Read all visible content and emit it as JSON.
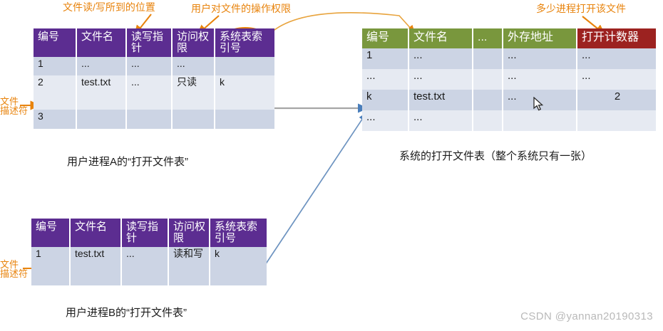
{
  "annotations": {
    "rw_pointer": "文件读/写所到的位置",
    "access_perm": "用户对文件的操作权限",
    "open_count": "多少进程打开该文件",
    "fd_label_a_line1": "文件",
    "fd_label_a_line2": "描述符",
    "fd_label_b_line1": "文件",
    "fd_label_b_line2": "描述符"
  },
  "process_a_table": {
    "headers": [
      "编号",
      "文件名",
      "读写指针",
      "访问权限",
      "系统表索引号"
    ],
    "rows": [
      [
        "1",
        "...",
        "...",
        "...",
        ""
      ],
      [
        "2",
        "test.txt",
        "...",
        "只读",
        "k"
      ],
      [
        "3",
        "",
        "",
        "",
        ""
      ]
    ],
    "caption": "用户进程A的“打开文件表”"
  },
  "process_b_table": {
    "headers": [
      "编号",
      "文件名",
      "读写指针",
      "访问权限",
      "系统表索引号"
    ],
    "rows": [
      [
        "1",
        "test.txt",
        "...",
        "读和写",
        "k"
      ]
    ],
    "caption": "用户进程B的“打开文件表”"
  },
  "system_table": {
    "headers": [
      "编号",
      "文件名",
      "...",
      "外存地址",
      "打开计数器"
    ],
    "rows": [
      [
        "1",
        "...",
        "",
        "...",
        "..."
      ],
      [
        "...",
        "...",
        "",
        "...",
        "..."
      ],
      [
        "k",
        "test.txt",
        "",
        "...",
        "2"
      ],
      [
        "...",
        "...",
        "",
        "",
        ""
      ]
    ],
    "caption": "系统的打开文件表（整个系统只有一张）"
  },
  "colors": {
    "purple_header": "#5c2d91",
    "green_header": "#79973d",
    "red_header": "#9c2220",
    "row_band_dark": "#ccd4e4",
    "row_band_light": "#e6eaf2",
    "annotation_orange": "#e8830c",
    "link_blue": "#4a7ebb",
    "link_gray": "#a6a6a6"
  },
  "watermark": "CSDN @yannan20190313"
}
